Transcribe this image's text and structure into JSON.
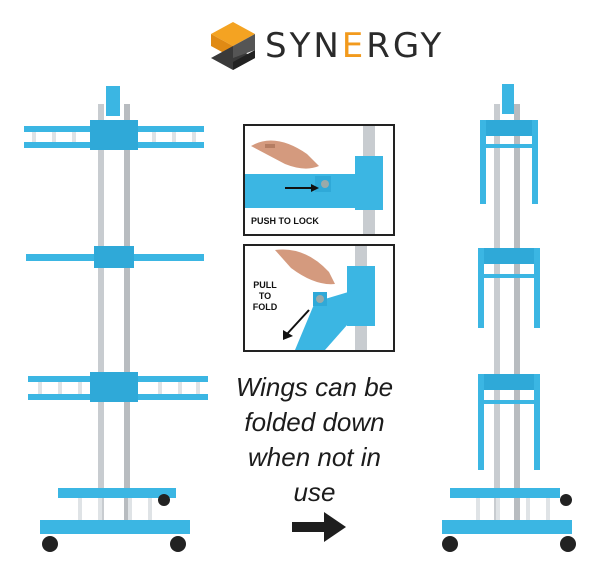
{
  "brand": {
    "logo_text": "SYNERGY",
    "logo_text_pre": "SYN",
    "logo_text_accent": "E",
    "logo_text_post": "RGY",
    "accent_color": "#f29a1d",
    "logo_mark": "s-cube-logo-icon"
  },
  "panels": {
    "lock": {
      "label": "PUSH TO LOCK"
    },
    "fold": {
      "label_line1": "PULL",
      "label_line2": "TO",
      "label_line3": "FOLD"
    }
  },
  "caption": {
    "line1": "Wings can be",
    "line2": "folded down",
    "line3": "when not in",
    "line4": "use"
  },
  "colors": {
    "plastic_blue": "#3bb6e3",
    "steel": "#c8ccd0"
  }
}
